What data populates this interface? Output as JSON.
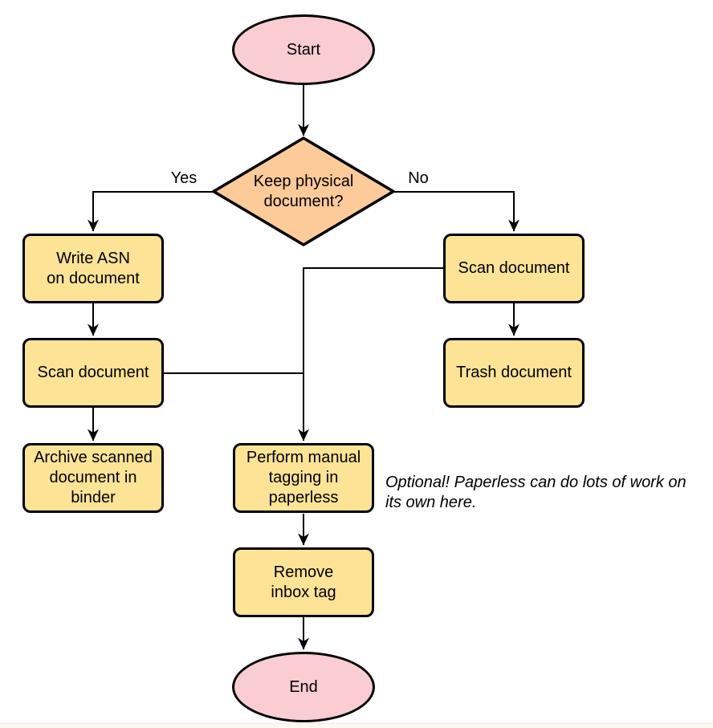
{
  "colors": {
    "canvas_bg": "#ffffff",
    "terminator_fill": "#F9CDD1",
    "decision_fill": "#FDCA99",
    "process_fill": "#FCE396",
    "shape_stroke": "#000000",
    "connector_stroke": "#000000",
    "text_color": "#000000",
    "footer_strip": "#FBFAF2"
  },
  "flowchart": {
    "nodes": {
      "start": {
        "type": "terminator",
        "lines": [
          "Start"
        ]
      },
      "decision": {
        "type": "decision",
        "lines": [
          "Keep physical",
          "document?"
        ]
      },
      "write_asn": {
        "type": "process",
        "lines": [
          "Write ASN",
          "on document"
        ]
      },
      "scan_left": {
        "type": "process",
        "lines": [
          "Scan document"
        ]
      },
      "archive": {
        "type": "process",
        "lines": [
          "Archive scanned",
          "document in",
          "binder"
        ]
      },
      "scan_right": {
        "type": "process",
        "lines": [
          "Scan document"
        ]
      },
      "trash": {
        "type": "process",
        "lines": [
          "Trash document"
        ]
      },
      "tagging": {
        "type": "process",
        "lines": [
          "Perform manual",
          "tagging in",
          "paperless"
        ]
      },
      "remove_inbox": {
        "type": "process",
        "lines": [
          "Remove",
          "inbox tag"
        ]
      },
      "end": {
        "type": "terminator",
        "lines": [
          "End"
        ]
      }
    },
    "edge_labels": {
      "yes": "Yes",
      "no": "No"
    },
    "annotation": {
      "lines": [
        "Optional! Paperless can do lots of work on",
        "its own here."
      ]
    }
  }
}
